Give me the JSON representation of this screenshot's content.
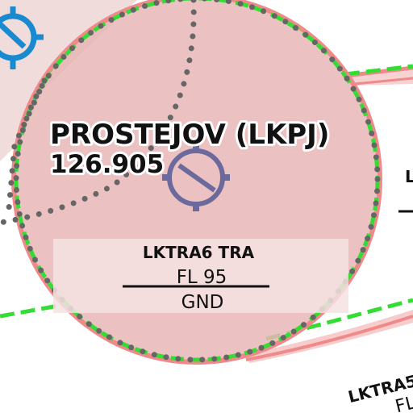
{
  "airport": {
    "name": "PROSTEJOV (LKPJ)",
    "frequency": "126.905"
  },
  "airspace_main": {
    "name": "LKTRA6 TRA",
    "upper_limit": "FL 95",
    "lower_limit": "GND"
  },
  "airspace_right_partial": {
    "name": "L"
  },
  "airspace_bottom_partial": {
    "name": "LKTRA5",
    "limit": "FL"
  },
  "colors": {
    "ctr_fill": "#e8b6b6",
    "ctr_border": "#f08a8a",
    "tra_dash": "#33dd33",
    "tma_dots": "#666666",
    "aerodrome_symbol": "#6c6a9c",
    "heliport_symbol": "#1a8ad0",
    "label_box": "#f5e2e2"
  },
  "icons": [
    "aerodrome-icon",
    "heliport-icon"
  ]
}
